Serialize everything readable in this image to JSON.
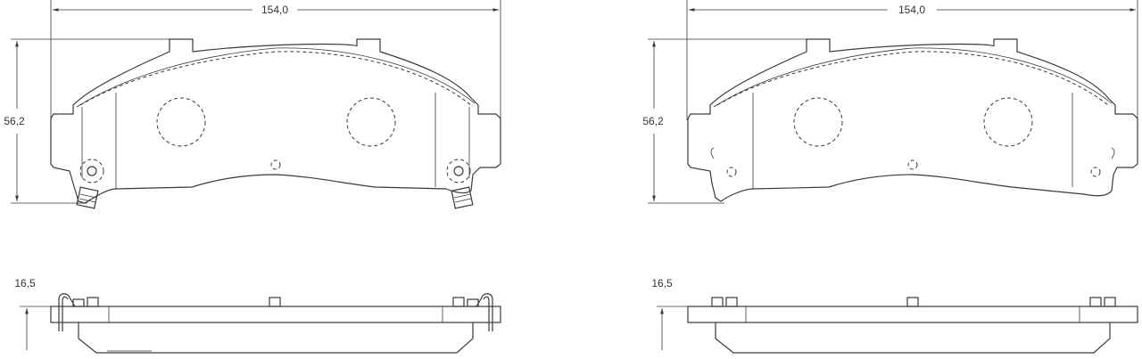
{
  "drawings": [
    {
      "id": "pad-with-clips",
      "width_dim": "154,0",
      "height_dim": "56,2",
      "thickness_dim": "16,5"
    },
    {
      "id": "pad-plain",
      "width_dim": "154,0",
      "height_dim": "56,2",
      "thickness_dim": "16,5"
    }
  ]
}
